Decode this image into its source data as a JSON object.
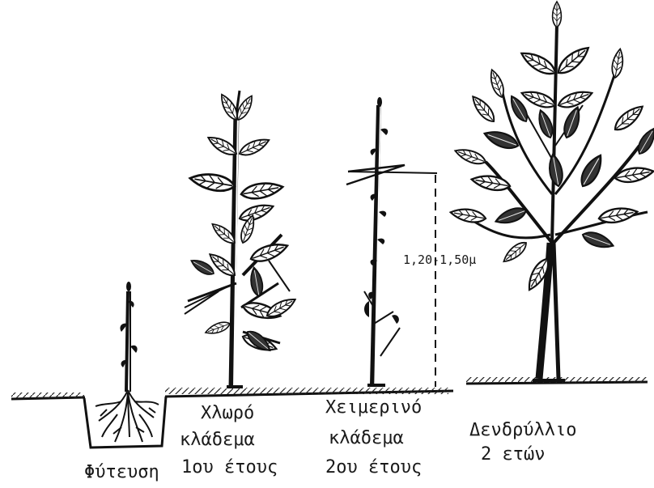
{
  "stages": [
    {
      "id": "planting",
      "lines": [
        "Φύτευση"
      ]
    },
    {
      "id": "green-pruning",
      "lines": [
        "Χλωρό",
        "κλάδεμα",
        "1ου έτους"
      ]
    },
    {
      "id": "winter-pruning",
      "lines": [
        "Χειμερινό",
        "κλάδεμα",
        "2ου έτους"
      ],
      "dimension": "1,20-1,50μ"
    },
    {
      "id": "sapling",
      "lines": [
        "Δενδρύλλιο",
        "2 ετών"
      ]
    }
  ]
}
